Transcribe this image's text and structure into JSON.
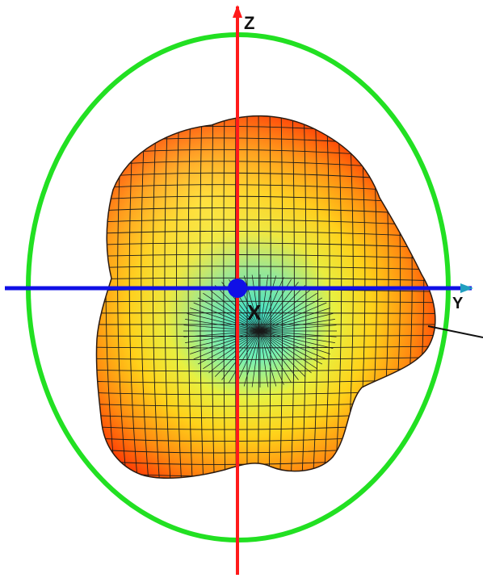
{
  "axes": {
    "z_label": "Z",
    "y_label": "Y",
    "x_label": "X"
  },
  "colors": {
    "z_axis": "#ff1a1a",
    "y_axis": "#1010e6",
    "ring": "#22e022",
    "origin": "#1010e6",
    "mesh_line": "#1a1a1a",
    "surface_hot": "#ff2a00",
    "surface_mid": "#ffd400",
    "surface_warm": "#f0f040",
    "surface_cool": "#20e8e0"
  }
}
